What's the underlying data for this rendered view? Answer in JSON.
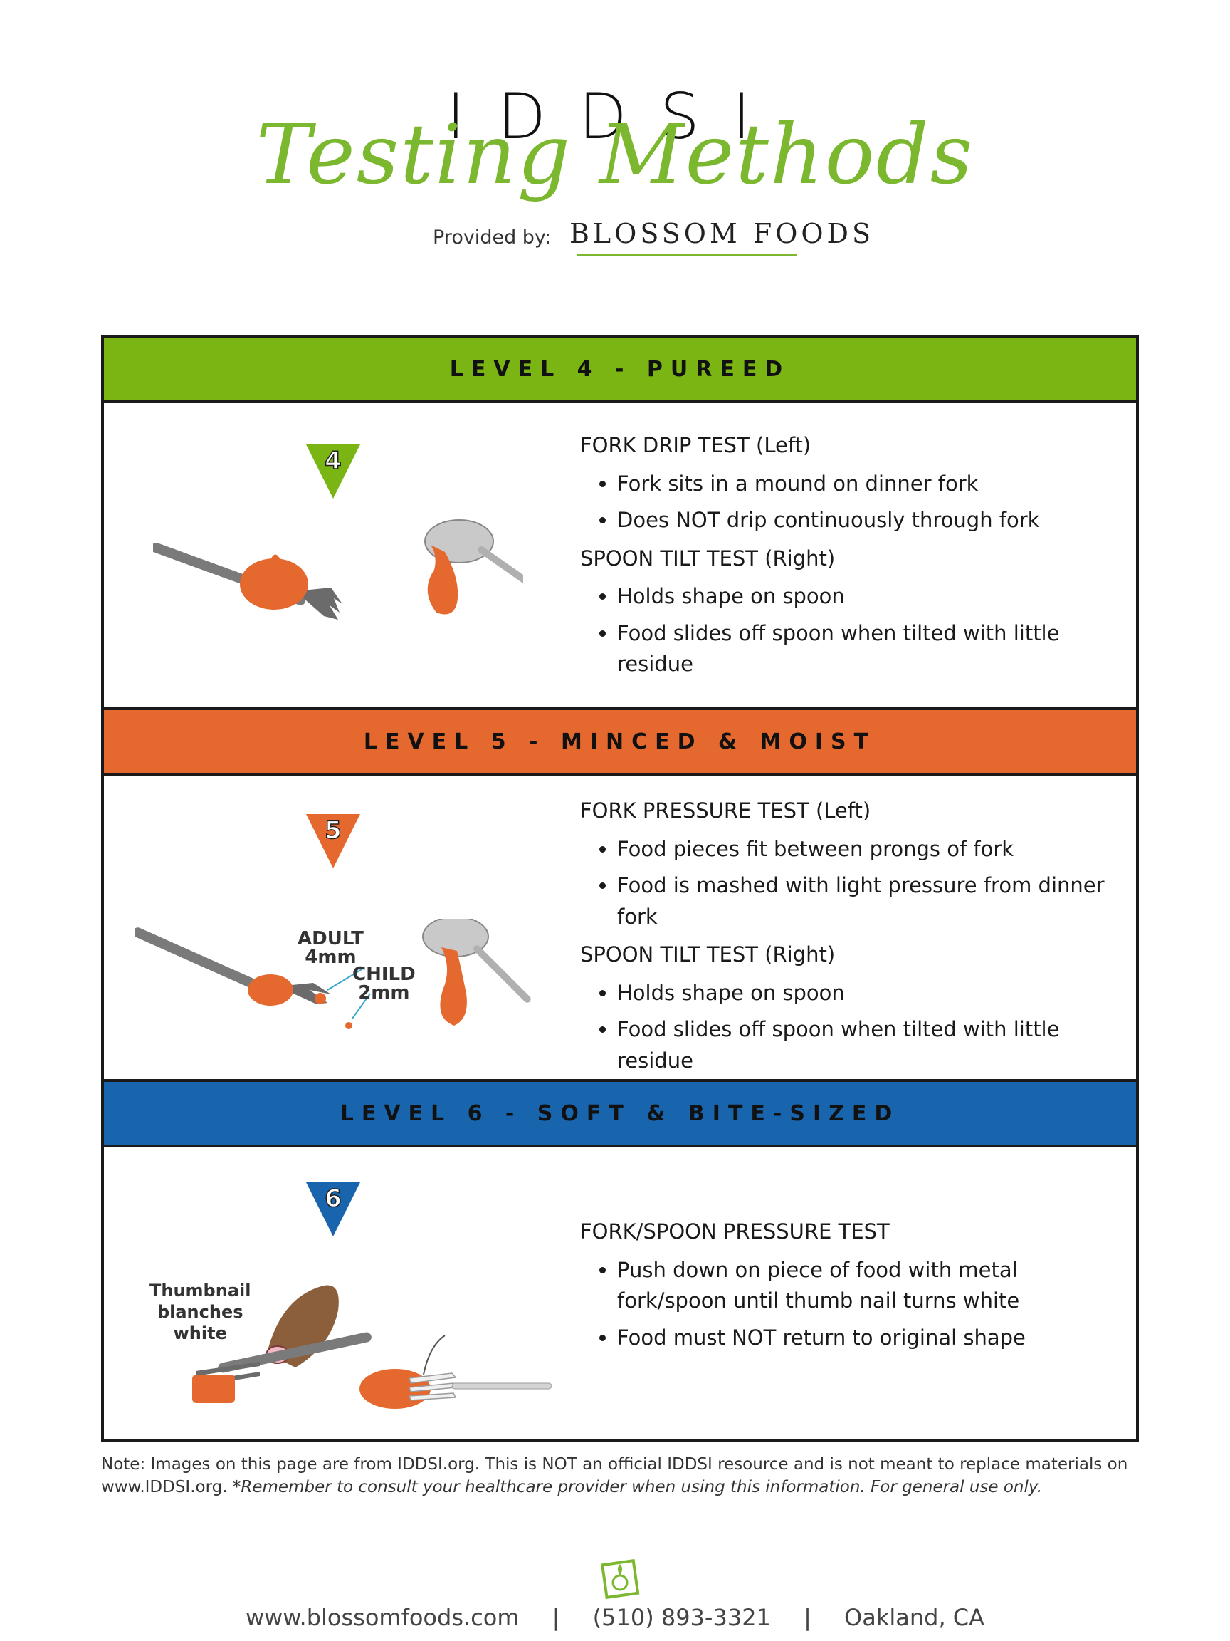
{
  "header": {
    "title": "IDDSI",
    "subtitle": "Testing Methods",
    "provided_by": "Provided by:",
    "brand": "BLOSSOM FOODS"
  },
  "levels": [
    {
      "banner": "LEVEL 4 - PUREED",
      "number": "4",
      "color": "#7ab514",
      "tests": [
        {
          "heading": "FORK DRIP TEST (Left)",
          "bullets": [
            "Fork sits in a mound on dinner fork",
            "Does NOT drip continuously through fork"
          ]
        },
        {
          "heading": "SPOON TILT TEST (Right)",
          "bullets": [
            "Holds shape on spoon",
            "Food slides off spoon when tilted with little residue"
          ]
        }
      ]
    },
    {
      "banner": "LEVEL 5 - MINCED & MOIST",
      "number": "5",
      "color": "#e5692f",
      "labels": {
        "adult": "ADULT",
        "adult_size": "4mm",
        "child": "CHILD",
        "child_size": "2mm"
      },
      "tests": [
        {
          "heading": "FORK PRESSURE TEST (Left)",
          "bullets": [
            "Food pieces fit between prongs of fork",
            "Food is mashed with light pressure from dinner fork"
          ]
        },
        {
          "heading": "SPOON TILT TEST (Right)",
          "bullets": [
            "Holds shape on spoon",
            "Food slides off spoon when tilted with little residue"
          ]
        }
      ]
    },
    {
      "banner": "LEVEL 6 - SOFT & BITE-SIZED",
      "number": "6",
      "color": "#1965ad",
      "labels": {
        "thumbnail": "Thumbnail",
        "blanches": "blanches",
        "white": "white"
      },
      "tests": [
        {
          "heading": "FORK/SPOON PRESSURE TEST",
          "bullets": [
            "Push down on piece of food with metal fork/spoon until thumb nail turns white",
            "Food must NOT return to original shape"
          ]
        }
      ]
    }
  ],
  "note": {
    "text": "Note: Images on this page are from IDDSI.org. This is NOT an official IDDSI resource and is not meant to replace materials on www.IDDSI.org.",
    "italic": "*Remember to consult your healthcare provider when using this information. For general use only."
  },
  "footer": {
    "website": "www.blossomfoods.com",
    "sep": "|",
    "phone": "(510) 893-3321",
    "location": "Oakland, CA"
  },
  "colors": {
    "accent_green": "#7cb82f",
    "food_orange": "#e5692f"
  }
}
